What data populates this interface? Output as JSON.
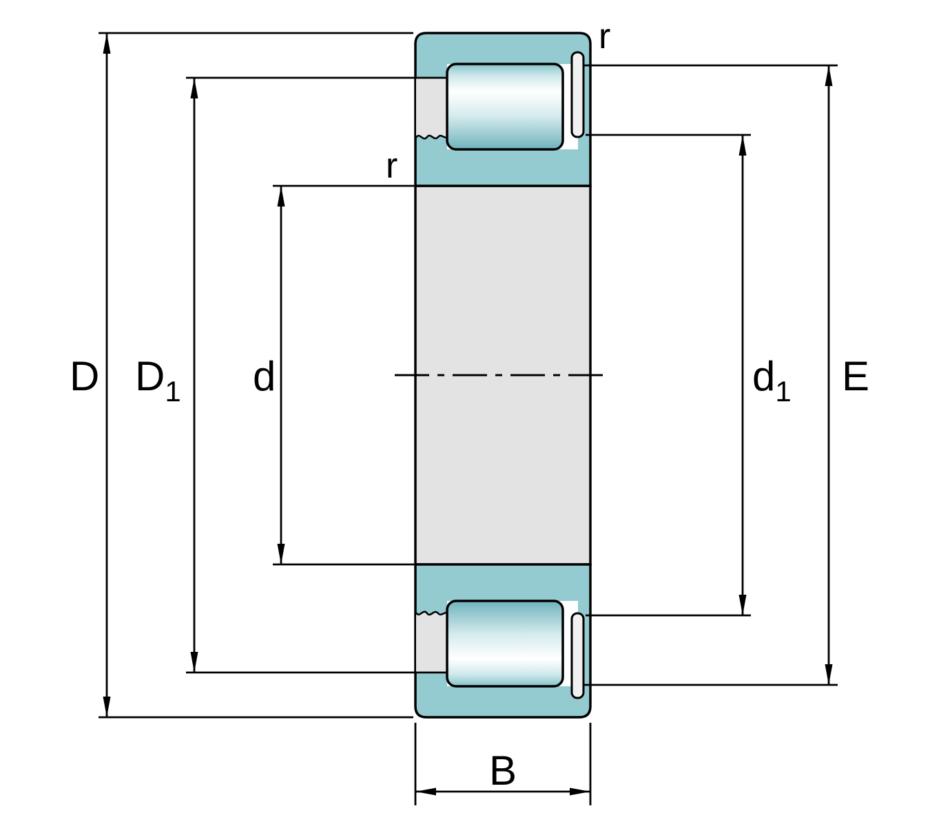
{
  "diagram": {
    "labels": {
      "D": "D",
      "D1": {
        "base": "D",
        "sub": "1"
      },
      "d": "d",
      "d1": {
        "base": "d",
        "sub": "1"
      },
      "E": "E",
      "B": "B",
      "r_outer": "r",
      "r_bore": "r"
    },
    "colors": {
      "ring_section_teal": "#93CBD1",
      "metal_gray": "#E3E3E3",
      "snap_ring_fill": "#F1F1F1",
      "outline_black": "#000000",
      "background_white": "#FFFFFF"
    }
  }
}
